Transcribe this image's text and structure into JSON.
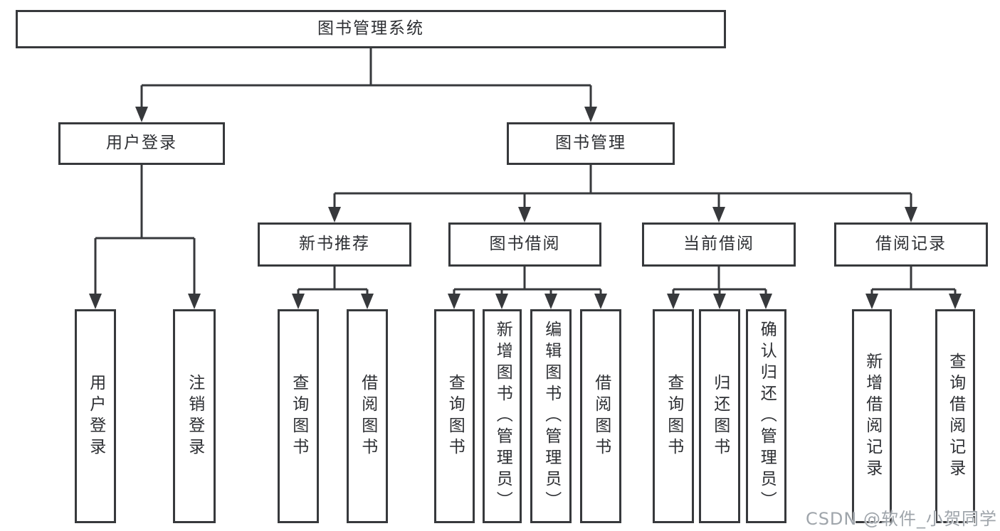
{
  "diagram": {
    "root": {
      "label": "图书管理系统"
    },
    "branches": [
      {
        "label": "用户登录",
        "children": [
          {
            "label": "用户登录"
          },
          {
            "label": "注销登录"
          }
        ]
      },
      {
        "label": "图书管理",
        "groups": [
          {
            "label": "新书推荐",
            "children": [
              {
                "label": "查询图书"
              },
              {
                "label": "借阅图书"
              }
            ]
          },
          {
            "label": "图书借阅",
            "children": [
              {
                "label": "查询图书"
              },
              {
                "label": "新增图书（管理员）"
              },
              {
                "label": "编辑图书（管理员）"
              },
              {
                "label": "借阅图书"
              }
            ]
          },
          {
            "label": "当前借阅",
            "children": [
              {
                "label": "查询图书"
              },
              {
                "label": "归还图书"
              },
              {
                "label": "确认归还（管理员）"
              }
            ]
          },
          {
            "label": "借阅记录",
            "children": [
              {
                "label": "新增借阅记录"
              },
              {
                "label": "查询借阅记录"
              }
            ]
          }
        ]
      }
    ]
  },
  "watermark": {
    "text": "CSDN @软件_小贺同学"
  },
  "colors": {
    "background": "#ffffff",
    "box_fill": "#ffffff",
    "box_border": "#37393c",
    "line": "#37393c",
    "text": "#2d2f33",
    "watermark": "#9aa0a7"
  }
}
